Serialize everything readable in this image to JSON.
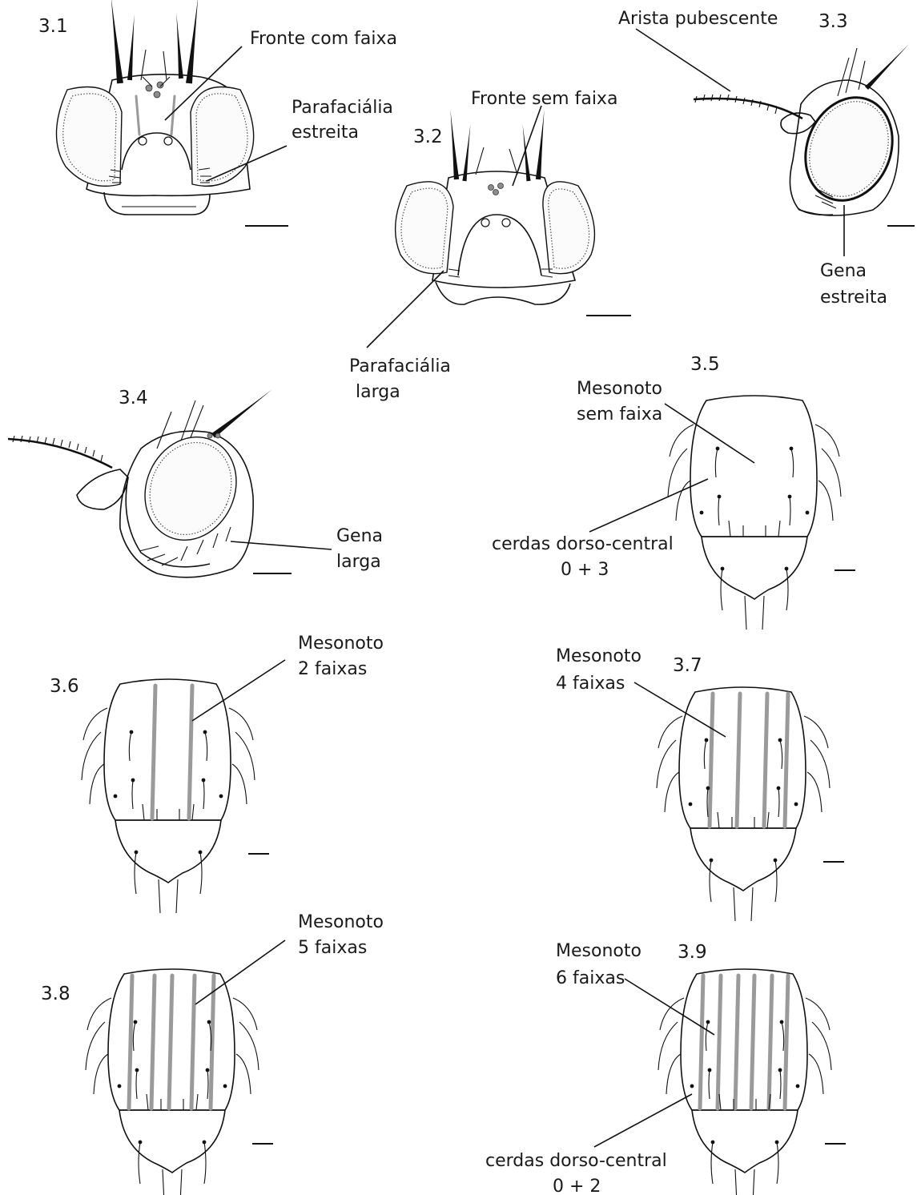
{
  "figures": [
    {
      "id": "3.1",
      "labels": [
        "Fronte com faixa",
        "Parafaciália estreita"
      ]
    },
    {
      "id": "3.2",
      "labels": [
        "Fronte sem faixa",
        "Parafaciália larga"
      ]
    },
    {
      "id": "3.3",
      "labels": [
        "Arista pubescente",
        "Gena estreita"
      ]
    },
    {
      "id": "3.4",
      "labels": [
        "Gena larga"
      ]
    },
    {
      "id": "3.5",
      "labels": [
        "Mesonoto sem faixa",
        "cerdas dorso-central 0 + 3"
      ]
    },
    {
      "id": "3.6",
      "labels": [
        "Mesonoto 2 faixas"
      ]
    },
    {
      "id": "3.7",
      "labels": [
        "Mesonoto 4 faixas"
      ]
    },
    {
      "id": "3.8",
      "labels": [
        "Mesonoto 5 faixas"
      ]
    },
    {
      "id": "3.9",
      "labels": [
        "Mesonoto 6 faixas",
        "cerdas dorso-central 0 + 2"
      ]
    }
  ],
  "text": {
    "n31": "3.1",
    "n32": "3.2",
    "n33": "3.3",
    "n34": "3.4",
    "n35": "3.5",
    "n36": "3.6",
    "n37": "3.7",
    "n38": "3.8",
    "n39": "3.9",
    "fronte_com_faixa": "Fronte com faixa",
    "parafacialia_1": "Parafaciália",
    "estreita_1": "estreita",
    "fronte_sem_faixa": "Fronte sem faixa",
    "arista": "Arista pubescente",
    "gena_1": "Gena",
    "estreita_2": "estreita",
    "parafacialia_2": "Parafaciália",
    "larga_1": "larga",
    "gena_2": "Gena",
    "larga_2": "larga",
    "mesonoto_1": "Mesonoto",
    "sem_faixa": "sem faixa",
    "cerdas_1": "cerdas dorso-central",
    "formula_1": "0 + 3",
    "mesonoto_2": "Mesonoto",
    "faixas_2": "2 faixas",
    "mesonoto_4": "Mesonoto",
    "faixas_4": "4 faixas",
    "mesonoto_5": "Mesonoto",
    "faixas_5": "5 faixas",
    "mesonoto_6": "Mesonoto",
    "faixas_6": "6 faixas",
    "cerdas_2": "cerdas dorso-central",
    "formula_2": "0 + 2"
  },
  "colors": {
    "ink": "#111111",
    "stripe": "#9a9a9a",
    "ocelli": "#8c8c8c"
  }
}
